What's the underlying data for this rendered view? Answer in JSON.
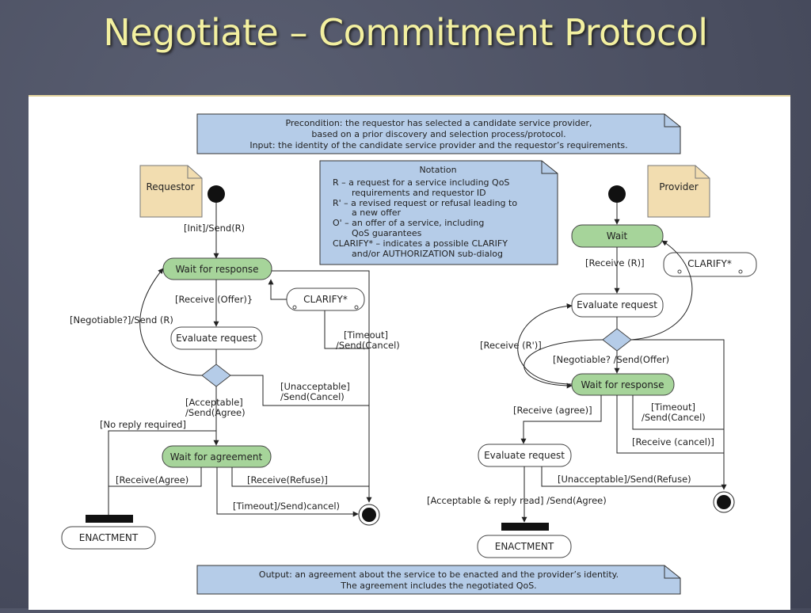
{
  "title": "Negotiate – Commitment Protocol",
  "notes": {
    "precondition": [
      "Precondition: the requestor has selected a candidate service provider,",
      "based on a prior discovery and selection process/protocol.",
      "Input: the identity of the candidate service provider and the requestor’s requirements."
    ],
    "notation": [
      "Notation",
      "R – a request for a service including QoS",
      "requirements and requestor ID",
      "R' – a revised request or refusal leading to",
      "a new offer",
      "O' – an offer of a service, including",
      "QoS guarantees",
      "CLARIFY* – indicates a possible CLARIFY",
      "and/or AUTHORIZATION sub-dialog"
    ],
    "output": [
      "Output: an agreement about the service to be enacted and the provider’s identity.",
      "The agreement includes the negotiated QoS."
    ],
    "requestor": "Requestor",
    "provider": "Provider"
  },
  "requestor": {
    "wait_response": "Wait for response",
    "clarify": "CLARIFY*",
    "evaluate": "Evaluate request",
    "wait_agreement": "Wait for agreement",
    "enactment": "ENACTMENT",
    "labels": {
      "init": "[Init]/Send(R)",
      "receive_offer": "[Receive (Offer)}",
      "negotiable": "[Negotiable?]/Send (R)",
      "timeout_1": "[Timeout]",
      "timeout_2": "/Send(Cancel)",
      "unacceptable_1": "[Unacceptable]",
      "unacceptable_2": "/Send(Cancel)",
      "acceptable_1": "[Acceptable]",
      "acceptable_2": "/Send(Agree)",
      "no_reply": "[No reply required]",
      "receive_agree": "[Receive(Agree)",
      "receive_refuse": "[Receive(Refuse)]",
      "timeout_cancel": "[Timeout]/Send)cancel)"
    }
  },
  "provider": {
    "wait": "Wait",
    "clarify": "CLARIFY*",
    "evaluate_1": "Evaluate request",
    "wait_response": "Wait for response",
    "evaluate_2": "Evaluate request",
    "enactment": "ENACTMENT",
    "labels": {
      "receive_r": "[Receive (R)]",
      "receive_r_prime": "[Receive (R')]",
      "negotiable_offer": "[Negotiable? /Send(Offer)",
      "receive_agree": "[Receive (agree)]",
      "timeout_1": "[Timeout]",
      "timeout_2": "/Send(Cancel)",
      "receive_cancel": "[Receive (cancel)]",
      "unacceptable_refuse": "[Unacceptable]/Send(Refuse)",
      "acceptable_reply": "[Acceptable & reply read] /Send(Agree)"
    }
  },
  "colors": {
    "background": "#4a4e60",
    "title": "#f3f0a0",
    "note_blue": "#b5cce8",
    "note_tan": "#f2ddb0",
    "state_green": "#a6d49a",
    "diamond": "#b5cce8"
  }
}
